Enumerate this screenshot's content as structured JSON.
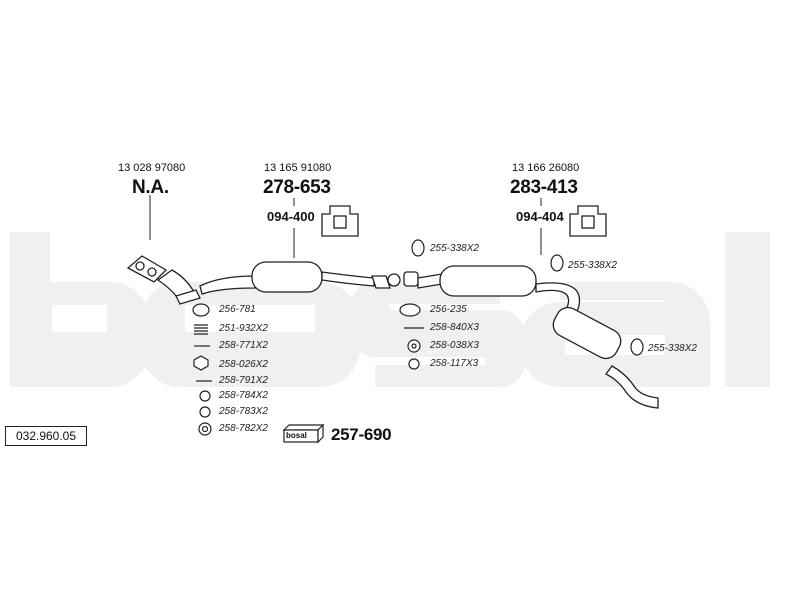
{
  "diagram": {
    "catalog_number": "032.960.05",
    "watermark_brand": "bosal",
    "sections": [
      {
        "oe_number": "13 028 97080",
        "part_number": "N.A."
      },
      {
        "oe_number": "13 165 91080",
        "part_number": "278-653",
        "mount_part": "094-400"
      },
      {
        "oe_number": "13 166 26080",
        "part_number": "283-413",
        "mount_part": "094-404"
      }
    ],
    "parts_front": [
      "256-781",
      "251-932X2",
      "258-771X2",
      "258-026X2",
      "258-791X2",
      "258-784X2",
      "258-783X2",
      "258-782X2"
    ],
    "parts_middle": [
      "255-338X2",
      "256-235",
      "258-840X3",
      "258-038X3",
      "258-117X3"
    ],
    "parts_rear": [
      "255-338X2",
      "255-338X2"
    ],
    "kit": {
      "logo_text": "bosal",
      "part_number": "257-690"
    }
  }
}
